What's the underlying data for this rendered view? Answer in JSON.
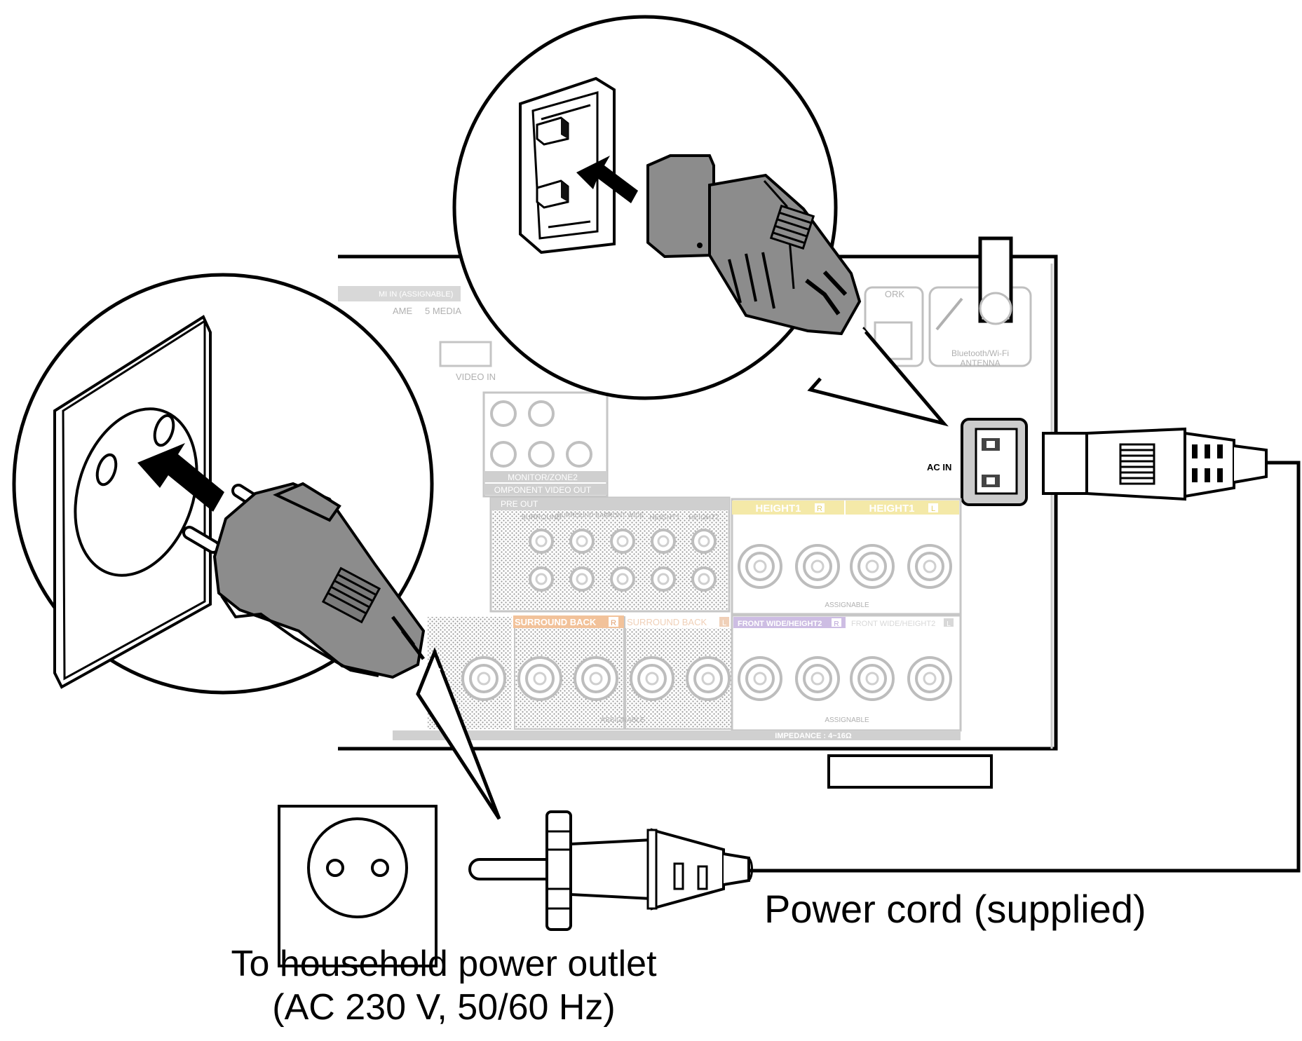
{
  "panel": {
    "ac_in_label": "AC IN",
    "antenna_label_1": "Bluetooth/Wi-Fi",
    "antenna_label_2": "ANTENNA",
    "network_label": "ORK",
    "hdmi_in_label": "MI IN (ASSIGNABLE)",
    "hdmi_game": "AME",
    "hdmi_media": "5 MEDIA",
    "video_in_label": "VIDEO IN",
    "monitor_label": "MONITOR/ZONE2",
    "component_out_label": "OMPONENT VIDEO OUT",
    "pre_out_label": "PRE OUT",
    "pre_out_cols": [
      "SURROUND",
      "SURROUND BACK",
      "FRONT WIDE",
      "HEIGHT1",
      "HEIGHT2"
    ],
    "height1_r": "HEIGHT1",
    "height1_l": "HEIGHT1",
    "surround_back_r": "SURROUND BACK",
    "surround_back_l": "SURROUND BACK",
    "front_wide_r": "FRONT WIDE/HEIGHT2",
    "front_wide_l": "FRONT WIDE/HEIGHT2",
    "assignable": "ASSIGNABLE",
    "impedance": "IMPEDANCE : 4~16Ω",
    "badge_r": "R",
    "badge_l": "L",
    "plus": "+",
    "minus": "−"
  },
  "captions": {
    "power_cord": "Power cord (supplied)",
    "outlet_line1": "To household power outlet",
    "outlet_line2": "(AC 230 V, 50/60 Hz)"
  },
  "colors": {
    "line": "#000000",
    "panel_faded": "#b8b8b8",
    "plug_gray": "#8c8c8c",
    "inlet_gray": "#c8c8c8",
    "height1_band": "#f3e6a0",
    "surround_back_band": "#f0b98a",
    "front_wide_band": "#c9b6e0"
  }
}
